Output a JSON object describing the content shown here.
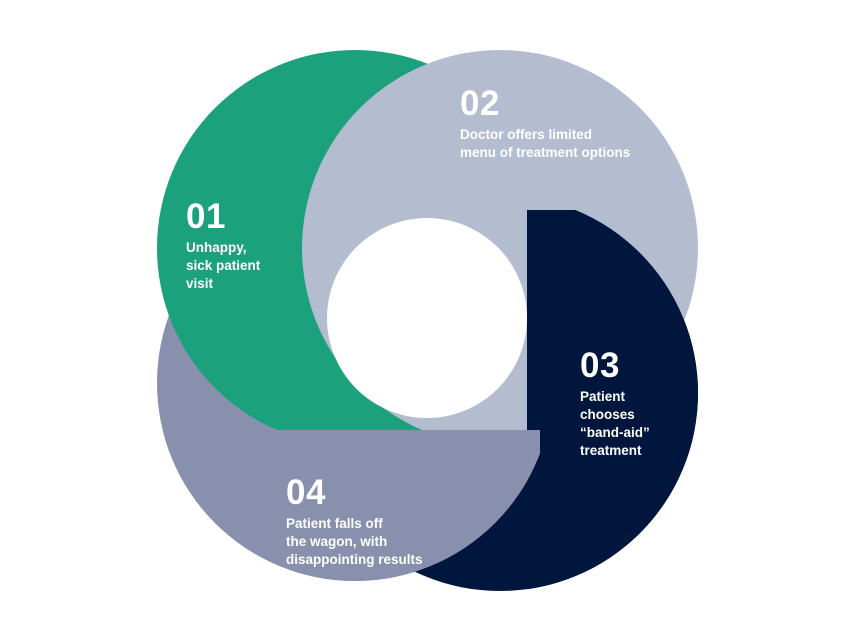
{
  "colors": {
    "step_01": "#1BA17C",
    "step_02": "#B4BCCF",
    "step_03": "#00163D",
    "step_04": "#8890AD",
    "center": "#FFFFFF",
    "text": "#FFFFFF"
  },
  "steps": [
    {
      "number": "01",
      "lines": [
        "Unhappy,",
        "sick patient",
        "visit"
      ]
    },
    {
      "number": "02",
      "lines": [
        "Doctor offers limited",
        "menu of treatment options"
      ]
    },
    {
      "number": "03",
      "lines": [
        "Patient",
        "chooses",
        "“band-aid”",
        "treatment"
      ]
    },
    {
      "number": "04",
      "lines": [
        "Patient falls off",
        "the wagon, with",
        "disappointing results"
      ]
    }
  ]
}
